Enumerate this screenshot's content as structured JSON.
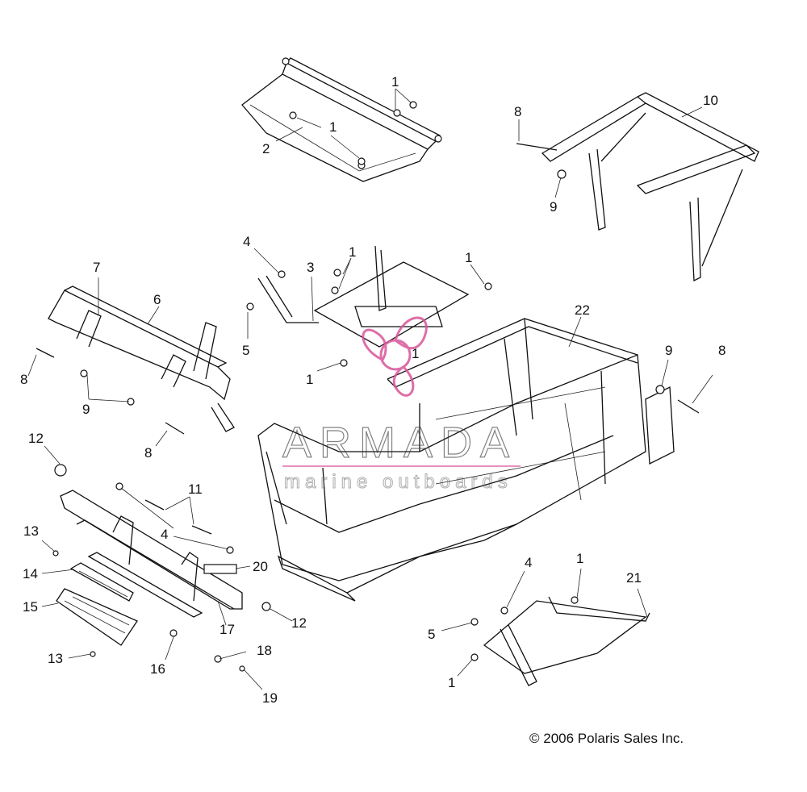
{
  "watermark": {
    "title": "ARMADA",
    "subtitle": "marine outboards",
    "color": "#d9559a"
  },
  "callouts": [
    "1",
    "1",
    "1",
    "1",
    "1",
    "1",
    "1",
    "1",
    "2",
    "3",
    "4",
    "4",
    "4",
    "5",
    "5",
    "6",
    "7",
    "8",
    "8",
    "8",
    "8",
    "9",
    "9",
    "9",
    "10",
    "11",
    "12",
    "12",
    "13",
    "13",
    "14",
    "15",
    "16",
    "17",
    "18",
    "19",
    "20",
    "21",
    "22"
  ],
  "copyright": "© 2006 Polaris Sales Inc."
}
